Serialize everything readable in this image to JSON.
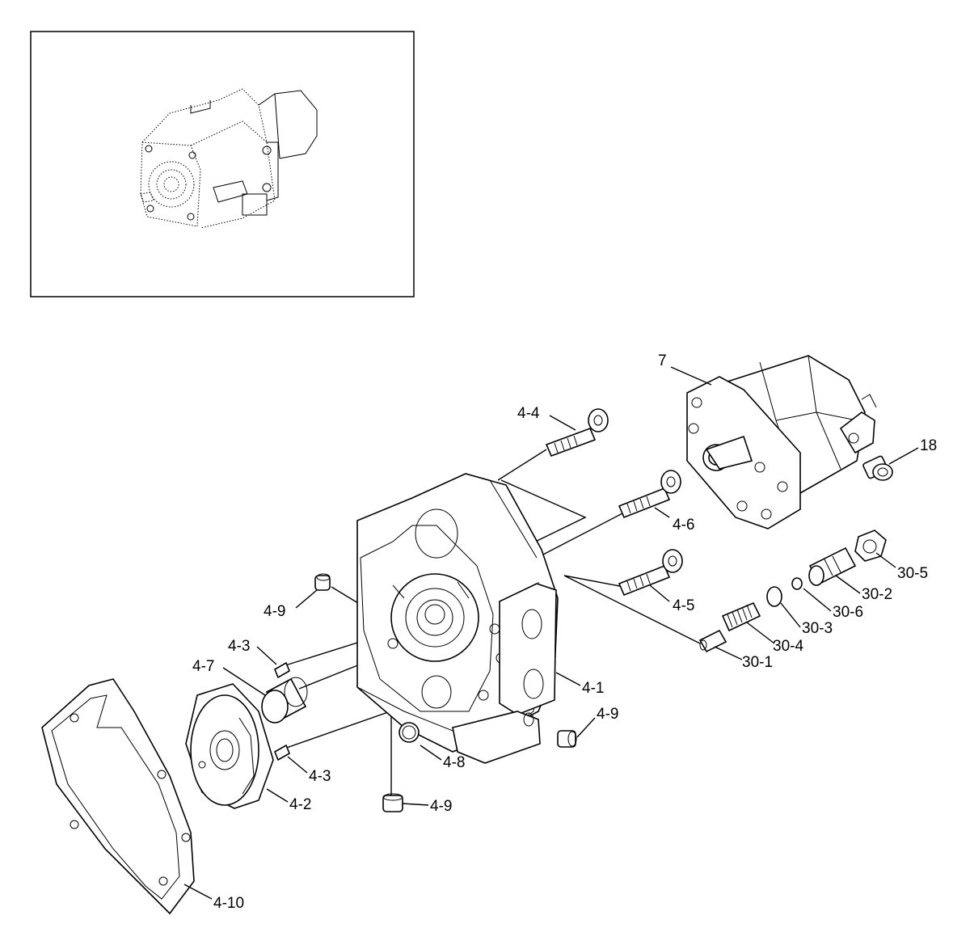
{
  "callouts": {
    "c7": "7",
    "c18": "18",
    "c4_4": "4-4",
    "c4_6": "4-6",
    "c4_5": "4-5",
    "c30_5": "30-5",
    "c30_2": "30-2",
    "c30_6": "30-6",
    "c30_3": "30-3",
    "c30_4": "30-4",
    "c30_1": "30-1",
    "c4_9a": "4-9",
    "c4_3a": "4-3",
    "c4_7": "4-7",
    "c4_1": "4-1",
    "c4_9b": "4-9",
    "c4_8": "4-8",
    "c4_3b": "4-3",
    "c4_2": "4-2",
    "c4_9c": "4-9",
    "c4_10": "4-10"
  },
  "colors": {
    "line": "#000000",
    "background": "#ffffff"
  }
}
